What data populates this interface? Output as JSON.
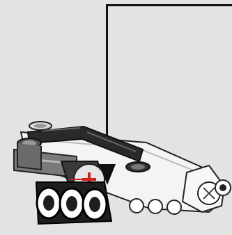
{
  "instruction_step": {
    "background_color": "#e3e3e3",
    "callout_color": "#111111",
    "assembly": {
      "parts": [
        "liftarm-white-long",
        "liftarm-black-bent",
        "pin-connector-gray",
        "axle-connector-red-cross",
        "tread-links-black",
        "pin-gray-top",
        "pin-black-top",
        "gear-white-end"
      ]
    }
  }
}
